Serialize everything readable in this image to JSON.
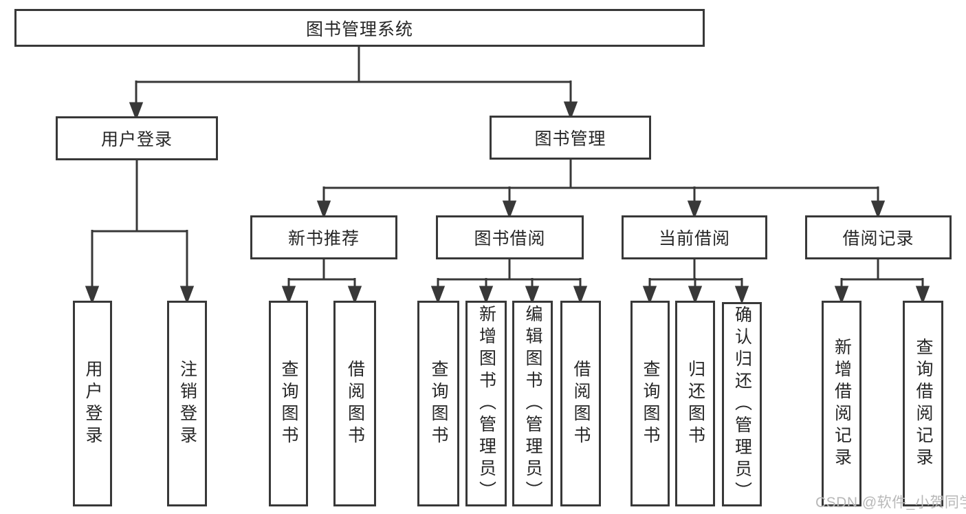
{
  "diagram": {
    "title": "图书管理系统",
    "branches": {
      "user_login": {
        "label": "用户登录",
        "children": [
          "用户登录",
          "注销登录"
        ]
      },
      "book_mgmt": {
        "label": "图书管理",
        "sections": {
          "new_book": {
            "label": "新书推荐",
            "children": [
              "查询图书",
              "借阅图书"
            ]
          },
          "book_borrow": {
            "label": "图书借阅",
            "children": [
              "查询图书",
              "新增图书（管理员）",
              "编辑图书（管理员）",
              "借阅图书"
            ]
          },
          "current_borrow": {
            "label": "当前借阅",
            "children": [
              "查询图书",
              "归还图书",
              "确认归还（管理员）"
            ]
          },
          "borrow_record": {
            "label": "借阅记录",
            "children": [
              "新增借阅记录",
              "查询借阅记录"
            ]
          }
        }
      }
    }
  },
  "watermark": {
    "text": "CSDN @软件_小贺同学"
  },
  "colors": {
    "line": "#383838",
    "text": "#262626",
    "node_background": "#ffffff",
    "watermark": "#b8b8b8"
  }
}
